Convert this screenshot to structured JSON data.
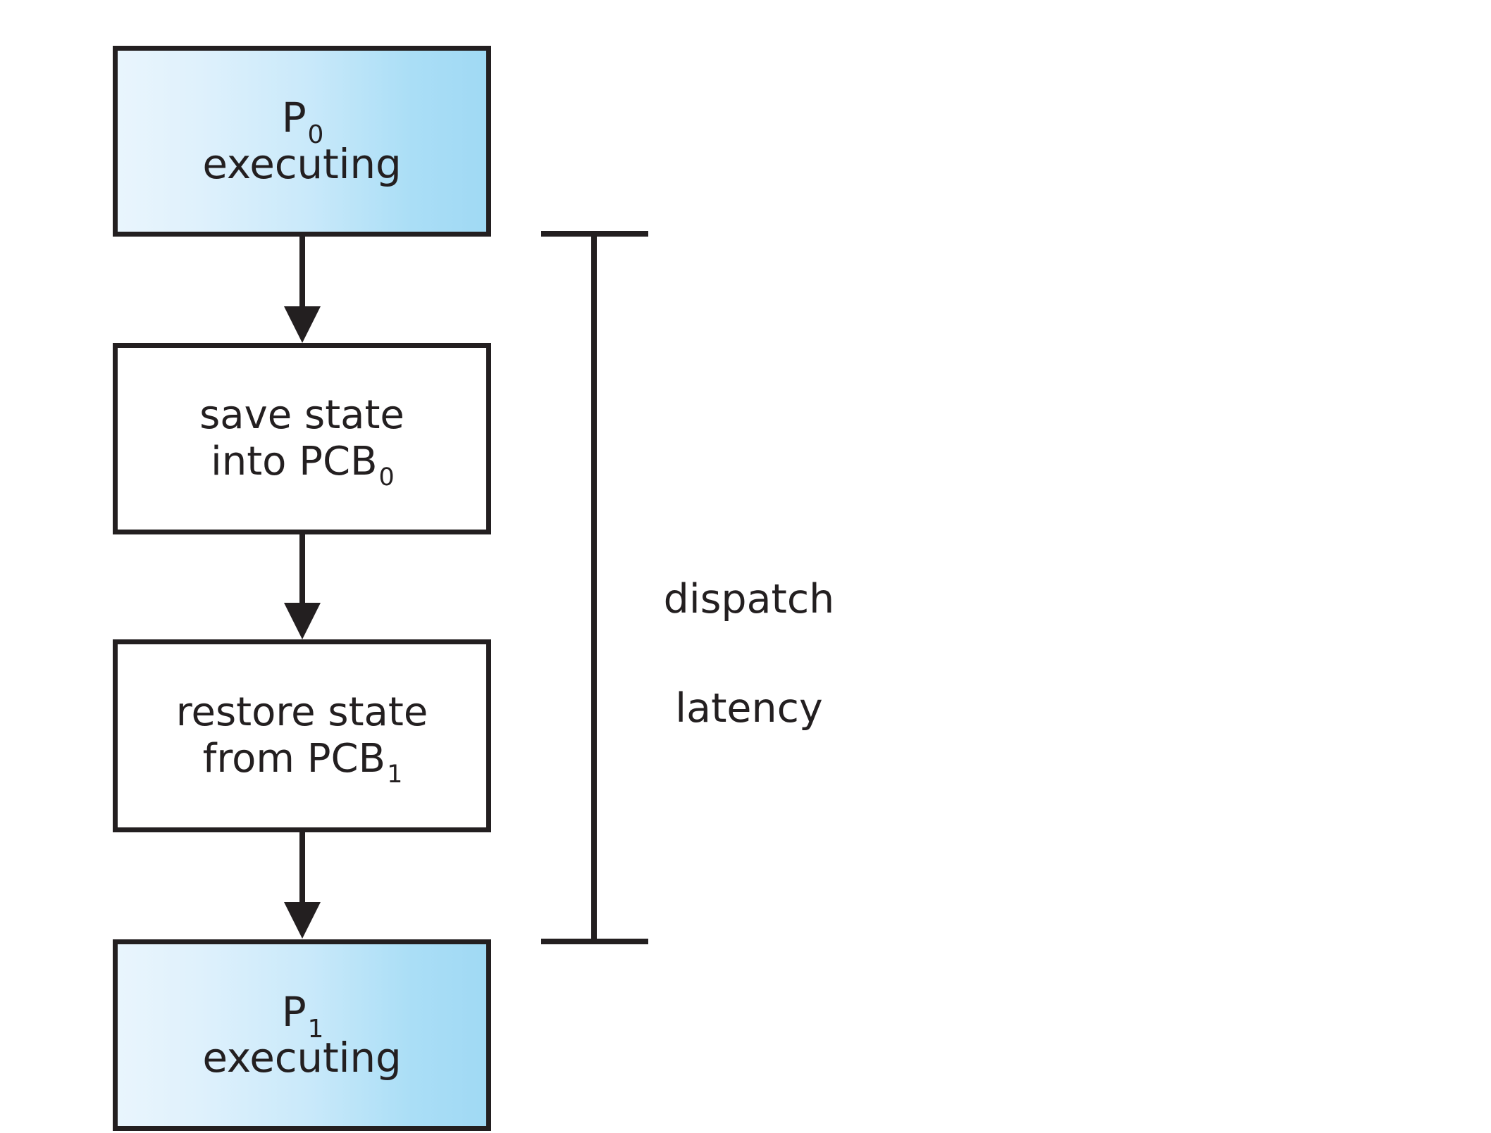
{
  "diagram": {
    "title": "CPU dispatch latency context switch diagram",
    "colors": {
      "stroke": "#231f20",
      "shaded_box_light": "#e9f5fd",
      "shaded_box_dark": "#a0d9f4",
      "plain_box_fill": "#ffffff",
      "background": "#ffffff"
    },
    "boxes": [
      {
        "id": "p0-executing",
        "style": "shaded",
        "line1": "P",
        "line1_sub": "0",
        "line2": "executing"
      },
      {
        "id": "save-state",
        "style": "plain",
        "line1": "save state",
        "line2": "into PCB",
        "line2_sub": "0"
      },
      {
        "id": "restore-state",
        "style": "plain",
        "line1": "restore state",
        "line2": "from PCB",
        "line2_sub": "1"
      },
      {
        "id": "p1-executing",
        "style": "shaded",
        "line1": "P",
        "line1_sub": "1",
        "line2": "executing"
      }
    ],
    "arrows": [
      {
        "id": "arrow-p0-to-save",
        "from": "p0-executing",
        "to": "save-state"
      },
      {
        "id": "arrow-save-to-restore",
        "from": "save-state",
        "to": "restore-state"
      },
      {
        "id": "arrow-restore-to-p1",
        "from": "restore-state",
        "to": "p1-executing"
      }
    ],
    "bracket": {
      "id": "dispatch-latency-bracket",
      "label_line1": "dispatch",
      "label_line2": "latency",
      "label_full": "dispatch\nlatency"
    }
  }
}
